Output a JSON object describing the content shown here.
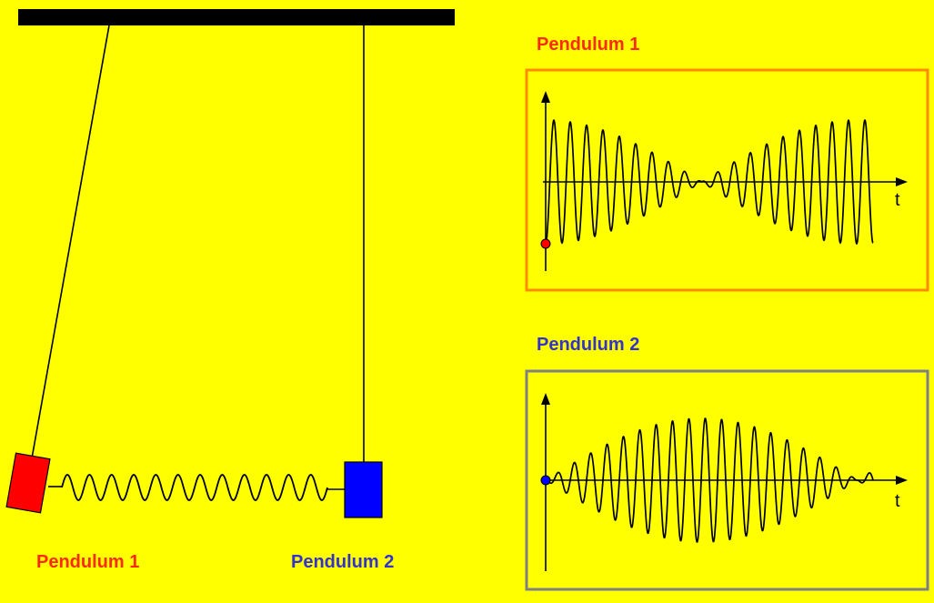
{
  "labels": {
    "pendulum1": "Pendulum 1",
    "pendulum2": "Pendulum 2",
    "graph1_title": "Pendulum 1",
    "graph2_title": "Pendulum 2",
    "time_axis": "t"
  },
  "colors": {
    "background": "#ffff00",
    "pendulum1": "#ff0000",
    "pendulum2": "#0000ff",
    "label1": "#ff2a00",
    "label2": "#3333cc",
    "graph1_frame": "#ff8c00",
    "graph2_frame": "#808080",
    "ink": "#000000"
  },
  "icons": {
    "spring": "coil-spring-icon",
    "bob1": "red-block-icon",
    "bob2": "blue-block-icon"
  },
  "graph_data": {
    "pendulum1": {
      "start": "max-negative",
      "envelope": "beats-cosine",
      "cycles": 20
    },
    "pendulum2": {
      "start": "zero",
      "envelope": "beats-sine",
      "cycles": 20
    }
  }
}
